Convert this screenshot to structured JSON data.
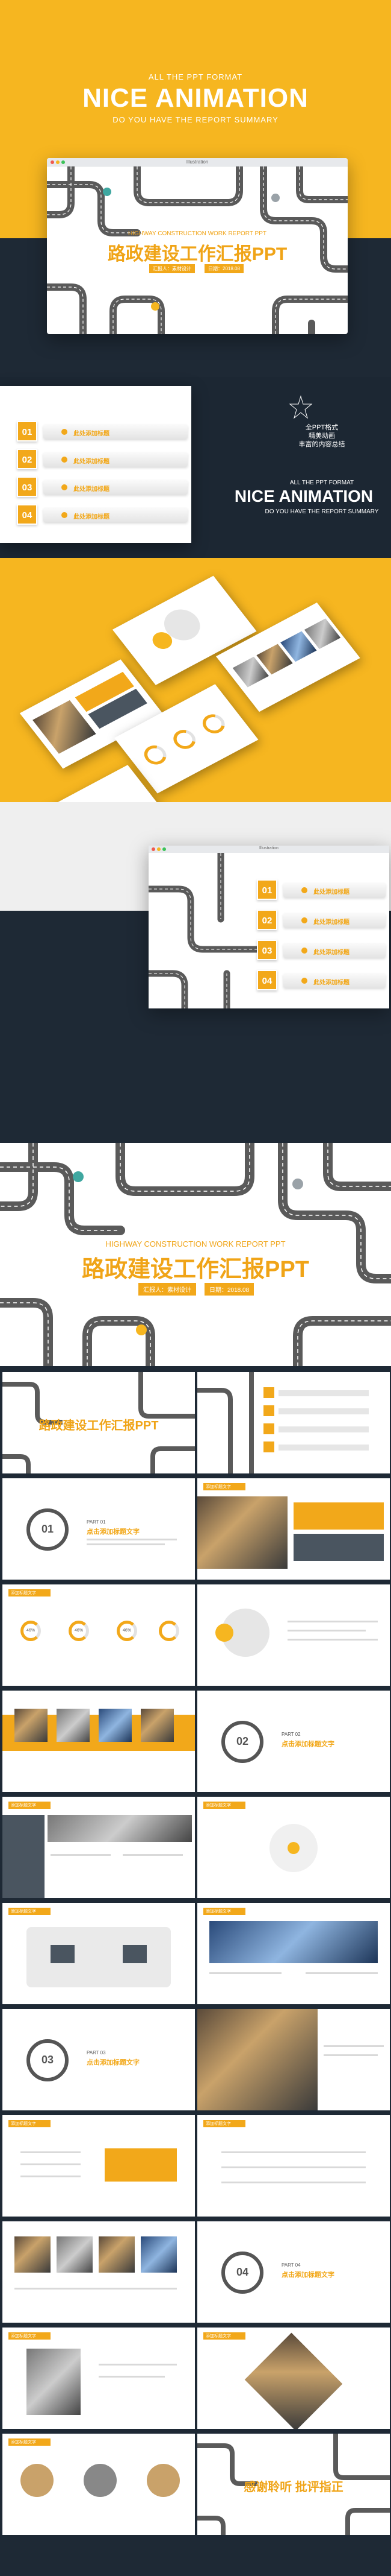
{
  "hero": {
    "top_sub": "ALL THE PPT FORMAT",
    "title": "NICE ANIMATION",
    "bottom_sub": "DO YOU HAVE THE REPORT SUMMARY"
  },
  "window": {
    "titlebar": "Illustration"
  },
  "cover_slide": {
    "en_title": "HIGHWAY CONSTRUCTION WORK REPORT PPT",
    "cn_title": "路政建设工作汇报PPT",
    "reporter": "汇报人：素材设计",
    "date": "日期：2018.08"
  },
  "list_slide": {
    "items": [
      {
        "num": "01",
        "label": "此处添加标题"
      },
      {
        "num": "02",
        "label": "此处添加标题"
      },
      {
        "num": "03",
        "label": "此处添加标题"
      },
      {
        "num": "04",
        "label": "此处添加标题"
      }
    ]
  },
  "side_text": {
    "line1": "全PPT格式",
    "line2": "精美动画",
    "line3": "丰富的内容总结",
    "top_sub": "ALL THE PPT FORMAT",
    "title": "NICE ANIMATION",
    "bottom_sub": "DO YOU HAVE THE REPORT SUMMARY"
  },
  "thumbs": {
    "section_header": "添加标题文字",
    "part1": {
      "num": "01",
      "part": "PART 01",
      "title": "点击添加标题文字"
    },
    "part2": {
      "num": "02",
      "part": "PART 02",
      "title": "点击添加标题文字"
    },
    "part3": {
      "num": "03",
      "part": "PART 03",
      "title": "点击添加标题文字"
    },
    "part4": {
      "num": "04",
      "part": "PART 04",
      "title": "点击添加标题文字"
    },
    "percent_a": "46%",
    "percent_b": "46%",
    "percent_c": "46%",
    "end_title": "感谢聆听 批评指正"
  },
  "colors": {
    "accent": "#f6b620",
    "dark": "#1e2935",
    "road": "#5a5a5a"
  }
}
